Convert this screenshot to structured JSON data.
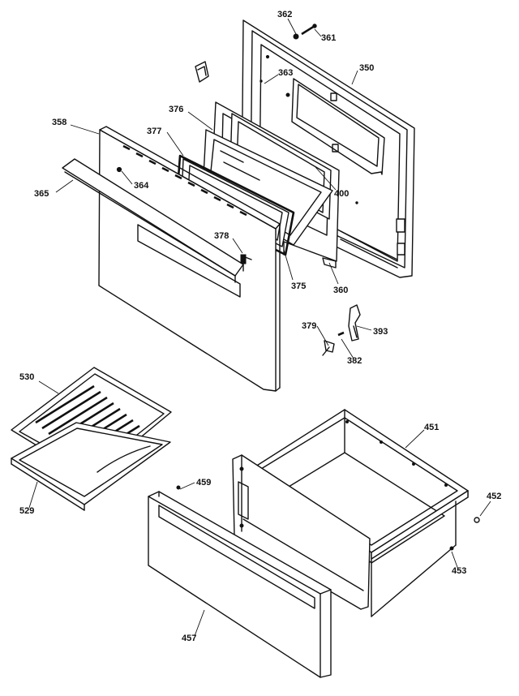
{
  "parts": {
    "p362": "362",
    "p361": "361",
    "p350": "350",
    "p363": "363",
    "p376": "376",
    "p358": "358",
    "p377": "377",
    "p364": "364",
    "p365": "365",
    "p400": "400",
    "p378": "378",
    "p375": "375",
    "p360": "360",
    "p379": "379",
    "p393": "393",
    "p382": "382",
    "p530": "530",
    "p451": "451",
    "p459": "459",
    "p452": "452",
    "p529": "529",
    "p453": "453",
    "p457": "457"
  }
}
